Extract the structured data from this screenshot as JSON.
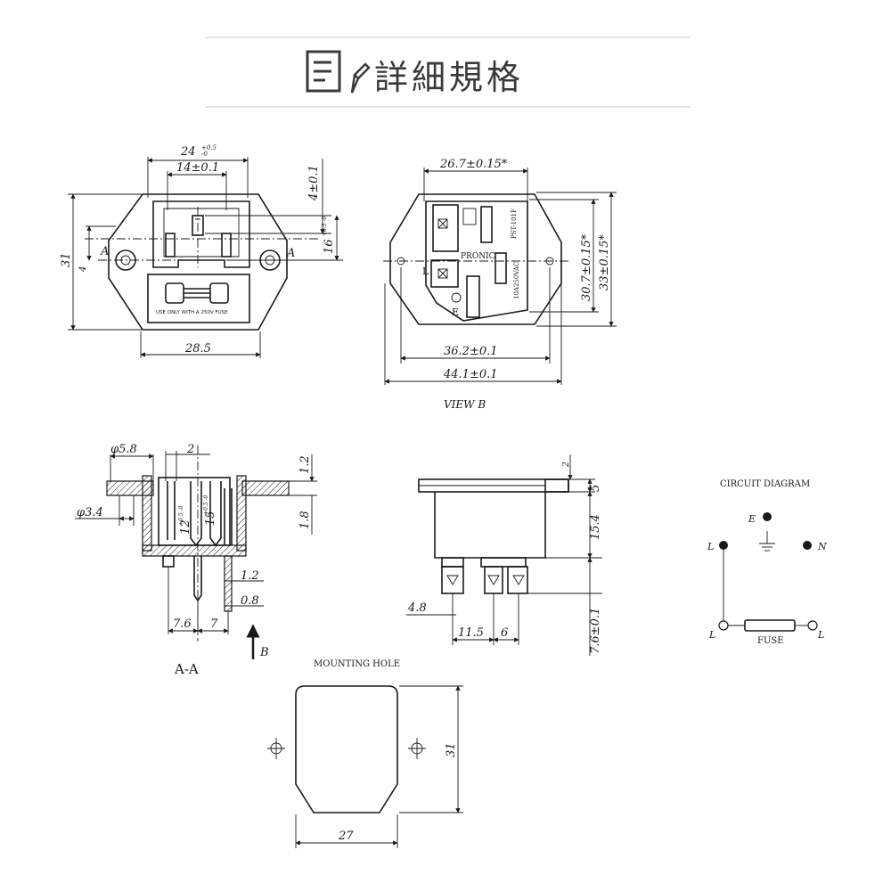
{
  "header": {
    "title": "詳細規格"
  },
  "front_view": {
    "dims": {
      "width_top": "24",
      "tol_top": "+0.5",
      "tol_bottom": "-0",
      "inner": "14±0.1",
      "right_small": "4±0.1",
      "right_mid": "16",
      "right_mid_tol": "+0.5 -0",
      "left_height": "31",
      "left_small": "4",
      "bottom": "28.5"
    },
    "section_marks": {
      "left": "A",
      "right": "A"
    },
    "fuse_text": "USE ONLY WITH A 250V FUSE"
  },
  "view_b": {
    "dims": {
      "top": "26.7±0.15*",
      "right_inner": "30.7±0.15*",
      "right_outer": "33±0.15*",
      "bottom_inner": "36.2±0.1",
      "bottom_outer": "44.1±0.1"
    },
    "brand": "PRONIC",
    "model": "PST-101F",
    "rating": "10A250VAC",
    "pin_l": "L",
    "pin_e": "E",
    "caption": "VIEW B"
  },
  "section_aa": {
    "dims": {
      "d1": "φ5.8",
      "d2": "2",
      "d3": "φ3.4",
      "d4": "1.2",
      "d5": "1.8",
      "d6": "12",
      "d6_tol": "+0.5 -0",
      "d7": "15",
      "d7_tol": "+0.5 -0",
      "d8": "1.2",
      "d9": "0.8",
      "d10": "7.6",
      "d11": "7"
    },
    "arrow_label": "B",
    "caption": "A-A"
  },
  "side_view": {
    "dims": {
      "top": "2",
      "right_small": "5",
      "right_mid": "15.4",
      "right_bottom": "7.6±0.1",
      "left_small": "4.8",
      "b1": "11.5",
      "b2": "6"
    }
  },
  "circuit": {
    "title": "CIRCUIT DIAGRAM",
    "e": "E",
    "l": "L",
    "n": "N",
    "l_bottom_left": "L",
    "l_bottom_right": "L",
    "fuse": "FUSE"
  },
  "mounting": {
    "title": "MOUNTING HOLE",
    "height": "31",
    "width": "27"
  }
}
